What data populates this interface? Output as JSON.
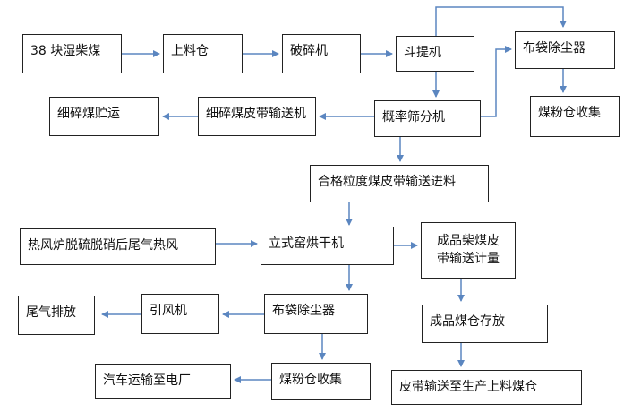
{
  "nodes": {
    "raw_coal": "38 块湿柴煤",
    "feed_bin": "上料仓",
    "crusher": "破碎机",
    "bucket_elevator": "斗提机",
    "bag_filter_top": "布袋除尘器",
    "fine_coal_storage": "细碎煤贮运",
    "fine_coal_conveyor": "细碎煤皮带输送机",
    "screen": "概率筛分机",
    "powder_bin_top": "煤粉仓收集",
    "qualified_conveyor": "合格粒度煤皮带输送进料",
    "hot_air": "热风炉脱硫脱硝后尾气热风",
    "dryer": "立式窑烘干机",
    "product_conveyor_line1": "成品柴煤皮",
    "product_conveyor_line2": "带输送计量",
    "exhaust": "尾气排放",
    "fan": "引风机",
    "bag_filter_bottom": "布袋除尘器",
    "product_storage": "成品煤仓存放",
    "truck": "汽车运输至电厂",
    "powder_bin_bottom": "煤粉仓收集",
    "belt_to_bin": "皮带输送至生产上料煤仓"
  },
  "colors": {
    "arrow": "#5b86c0",
    "border": "#222222"
  }
}
